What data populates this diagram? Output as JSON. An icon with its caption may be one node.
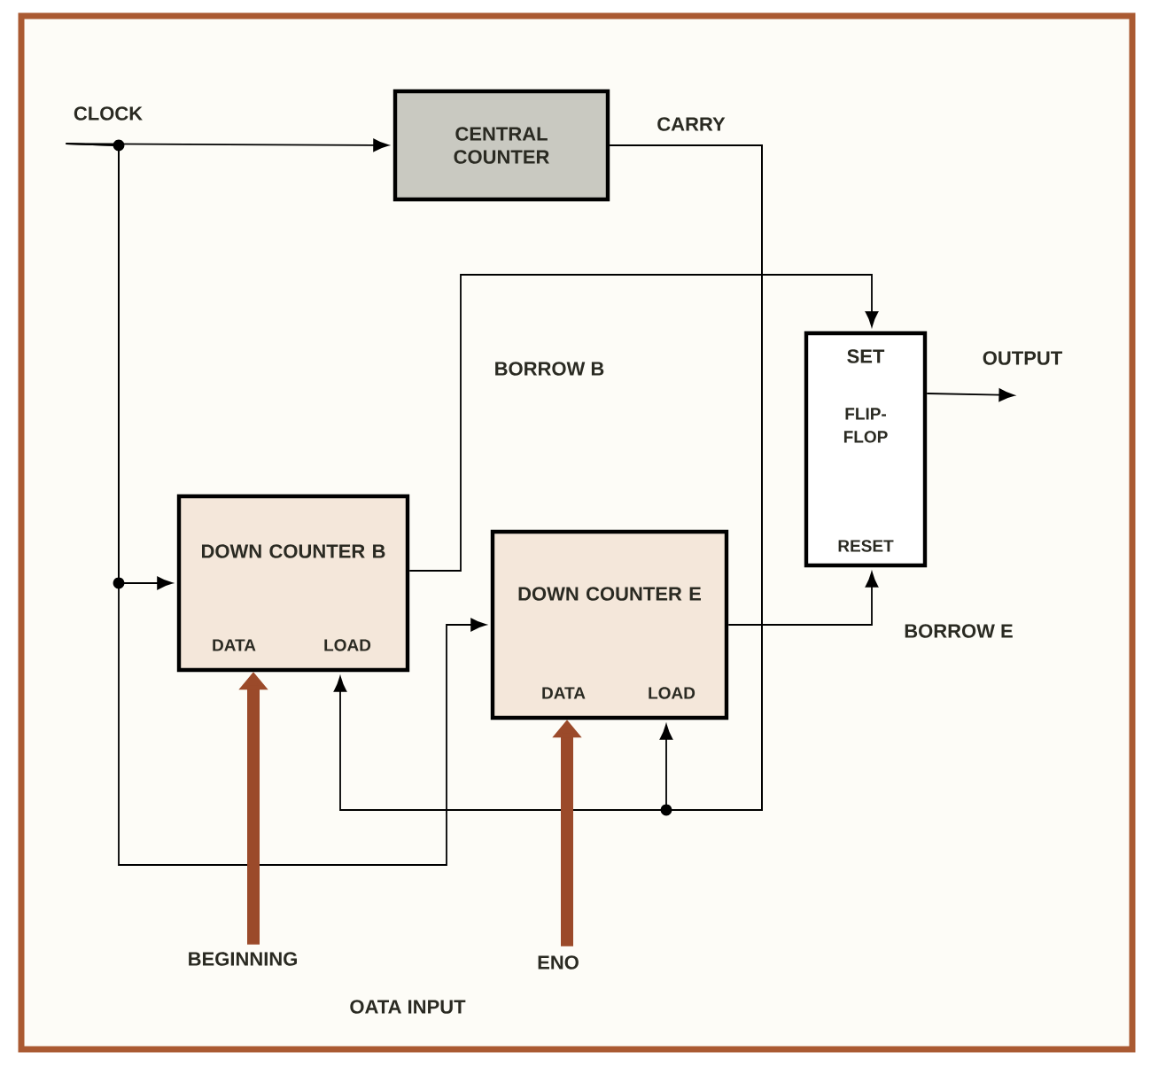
{
  "diagram": {
    "nodes": [
      {
        "text": [
          "CLOCK"
        ]
      },
      {
        "text": [
          "CENTRAL COUNTER"
        ]
      },
      {
        "text": [
          "DOWN COUNTER B",
          "DATA",
          "LOAD"
        ]
      },
      {
        "text": [
          "DOWN COUNTER E",
          "DATA",
          "LOAD"
        ]
      },
      {
        "text": [
          "SET",
          "FLIP-FLOP",
          "RESET"
        ]
      },
      {
        "text": [
          "OUTPUT"
        ]
      },
      {
        "text": [
          "BEGINNING"
        ]
      },
      {
        "text": [
          "ENO"
        ]
      }
    ],
    "edges": [
      {
        "from": 0,
        "to": 1,
        "arrow": "to"
      },
      {
        "from": 0,
        "to": 2,
        "arrow": "to"
      },
      {
        "from": 0,
        "to": 3,
        "arrow": "to"
      },
      {
        "from": 1,
        "to": 2,
        "arrow": "to",
        "label": "CARRY"
      },
      {
        "from": 1,
        "to": 3,
        "arrow": "to"
      },
      {
        "from": 2,
        "to": 4,
        "arrow": "to",
        "label": "BORROW B"
      },
      {
        "from": 3,
        "to": 4,
        "arrow": "to",
        "label": "BORROW E"
      },
      {
        "from": 4,
        "to": 5,
        "arrow": "to"
      },
      {
        "from": 6,
        "to": 2,
        "arrow": "to",
        "style": "thick",
        "color": "#9b4a2a"
      },
      {
        "from": 7,
        "to": 3,
        "arrow": "to",
        "style": "thick",
        "color": "#9b4a2a"
      }
    ],
    "labels": [
      "OATA INPUT"
    ]
  }
}
